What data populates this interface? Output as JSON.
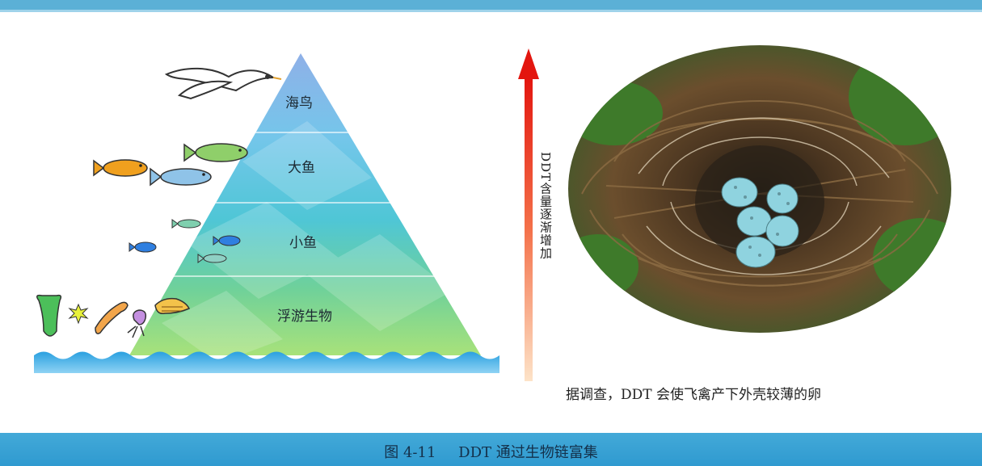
{
  "pyramid": {
    "tiers": [
      {
        "label": "海鸟"
      },
      {
        "label": "大鱼"
      },
      {
        "label": "小鱼"
      },
      {
        "label": "浮游生物"
      }
    ]
  },
  "arrow": {
    "caption": "DDT含量逐渐增加",
    "color": "#e8241a"
  },
  "photo": {
    "caption": "据调查，DDT 会使飞禽产下外壳较薄的卵"
  },
  "figure": {
    "number": "图 4-11",
    "title": "DDT 通过生物链富集"
  },
  "icons": [
    "seabird-icon",
    "fish-icon",
    "plankton-icon",
    "bird-nest-photo",
    "up-arrow-icon",
    "water-waves"
  ],
  "colors": {
    "band": "#3aa3d4",
    "tier_top": "#8fb2e6",
    "tier_mid": "#62c3e6",
    "tier_low": "#53c7c2",
    "tier_base": "#8fd975"
  }
}
